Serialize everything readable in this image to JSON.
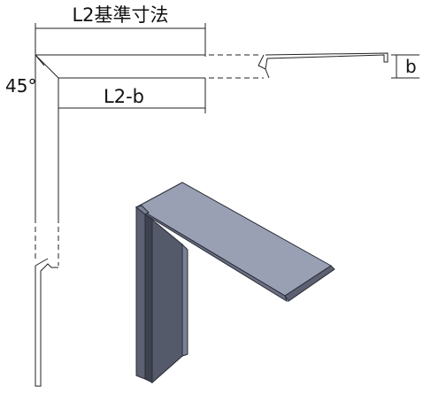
{
  "labels": {
    "l2_reference": "L2基準寸法",
    "l2_minus_b": "L2-b",
    "angle": "45°",
    "b": "b"
  },
  "colors": {
    "line": "#222222",
    "panel_top": "#9aa0b4",
    "panel_side": "#6b7083",
    "panel_dark": "#3e4250",
    "panel_edge": "#2a2d38"
  }
}
